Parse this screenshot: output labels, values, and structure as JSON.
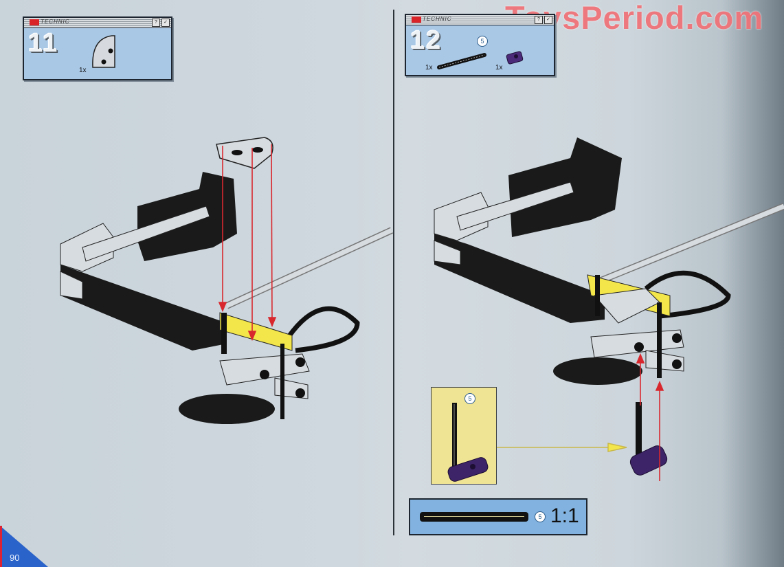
{
  "watermark": "ToysPeriod.com",
  "left_page": {
    "page_number": "90",
    "step": {
      "number": "11",
      "brand": "TECHNIC",
      "parts": [
        {
          "name": "technic-triangle-liftarm",
          "color": "light-gray",
          "qty": "1x"
        }
      ]
    }
  },
  "right_page": {
    "step": {
      "number": "12",
      "brand": "TECHNIC",
      "parts": [
        {
          "name": "technic-axle",
          "length": "5",
          "color": "black",
          "qty": "1x"
        },
        {
          "name": "axle-pin-connector",
          "color": "dark-purple",
          "qty": "1x"
        }
      ]
    },
    "callout": {
      "axle_length": "5"
    },
    "scale_reference": {
      "axle_length": "5",
      "ratio": "1:1"
    }
  },
  "colors": {
    "step_box": "#a9c8e6",
    "scale_box": "#82b3e0",
    "callout_bg": "#efe394",
    "arrow": "#d8282e",
    "watermark": "#ef7479",
    "page_corner": "#2a63c9",
    "yellow_part": "#f3e64a",
    "purple_part": "#3d2468"
  }
}
